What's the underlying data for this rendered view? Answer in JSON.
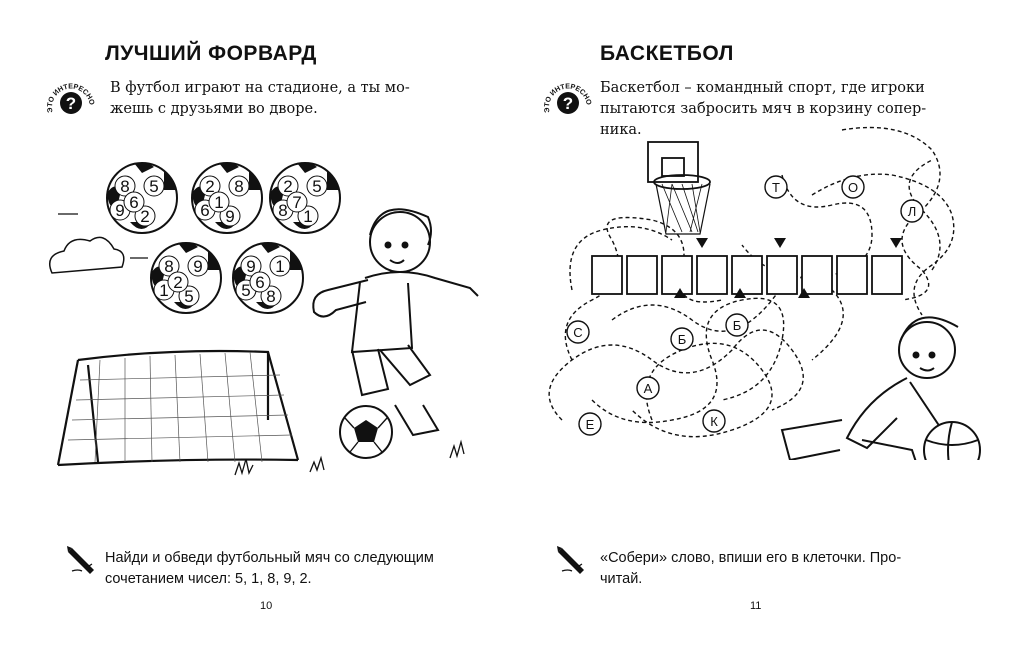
{
  "left": {
    "title": "ЛУЧШИЙ ФОРВАРД",
    "badge_text": "ЭТО ИНТЕРЕСНО",
    "intro_lines": [
      "В футбол играют на стадионе, а ты мо-",
      "жешь с друзьями во дворе."
    ],
    "balls": [
      {
        "numbers": [
          "8",
          "5",
          "9",
          "2",
          "6"
        ]
      },
      {
        "numbers": [
          "2",
          "8",
          "6",
          "9",
          "1"
        ]
      },
      {
        "numbers": [
          "2",
          "5",
          "8",
          "1",
          "7"
        ]
      },
      {
        "numbers": [
          "8",
          "9",
          "1",
          "5",
          "2"
        ]
      },
      {
        "numbers": [
          "9",
          "1",
          "5",
          "8",
          "6"
        ]
      }
    ],
    "task_lines": [
      "Найди и обведи футбольный мяч со следующим",
      "сочетанием чисел: 5, 1, 8, 9, 2."
    ],
    "page_number": "10"
  },
  "right": {
    "title": "БАСКЕТБОЛ",
    "badge_text": "ЭТО ИНТЕРЕСНО",
    "intro_lines": [
      "Баскетбол – командный спорт, где игроки",
      "пытаются забросить мяч в корзину сопер-",
      "ника."
    ],
    "maze_letters": [
      "Т",
      "О",
      "Л",
      "С",
      "Б",
      "Б",
      "А",
      "Е",
      "К"
    ],
    "answer_cells": 9,
    "task_lines": [
      "«Собери» слово, впиши его в клеточки. Про-",
      "читай."
    ],
    "page_number": "11"
  }
}
